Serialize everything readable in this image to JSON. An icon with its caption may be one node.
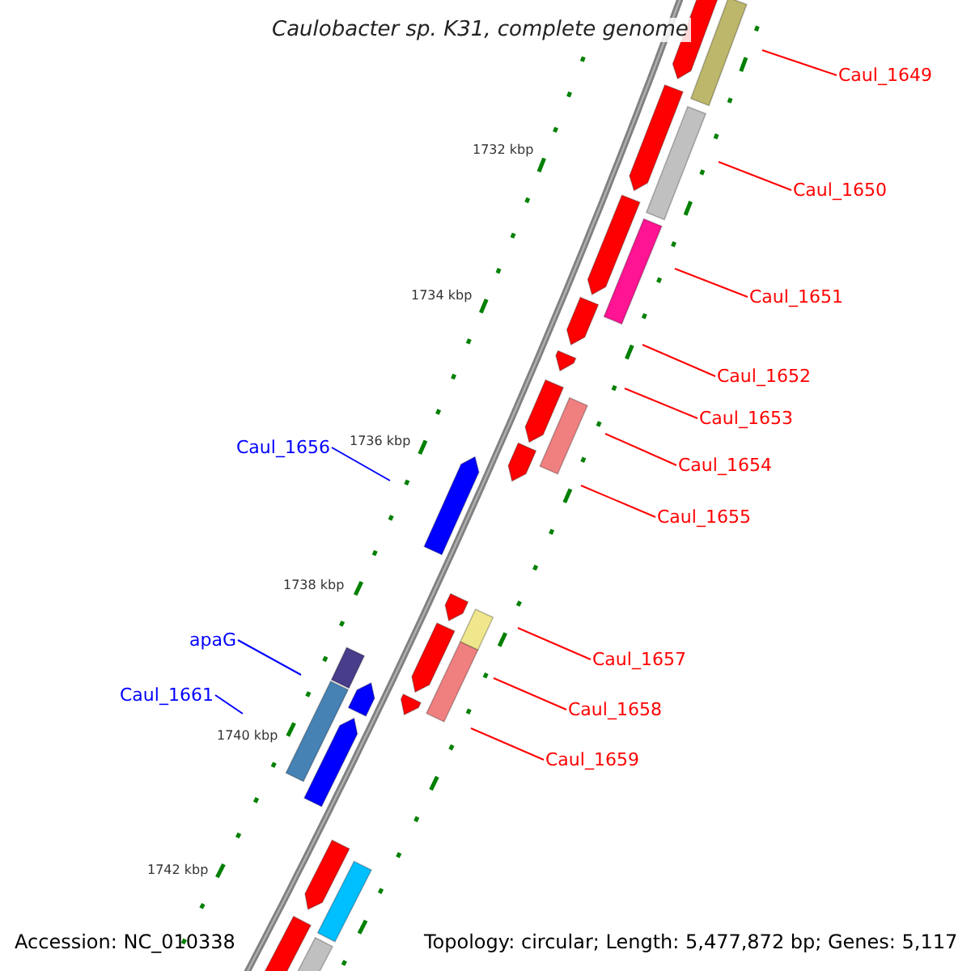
{
  "diagram": {
    "title": "Caulobacter sp. K31, complete genome",
    "nodes": [
      {
        "text": [
          "Caul_1649"
        ]
      },
      {
        "text": [
          "Caul_1650"
        ]
      },
      {
        "text": [
          "Caul_1651"
        ]
      },
      {
        "text": [
          "Caul_1652"
        ]
      },
      {
        "text": [
          "Caul_1653"
        ]
      },
      {
        "text": [
          "Caul_1654"
        ]
      },
      {
        "text": [
          "Caul_1655"
        ]
      },
      {
        "text": [
          "Caul_1656"
        ]
      },
      {
        "text": [
          "Caul_1657"
        ]
      },
      {
        "text": [
          "Caul_1658"
        ]
      },
      {
        "text": [
          "Caul_1659"
        ]
      },
      {
        "text": [
          "apaG"
        ]
      },
      {
        "text": [
          "Caul_1661"
        ]
      }
    ],
    "edges": [
      {
        "from": 0,
        "to": null,
        "arrow": "none"
      },
      {
        "from": 1,
        "to": null,
        "arrow": "none"
      },
      {
        "from": 2,
        "to": null,
        "arrow": "none"
      },
      {
        "from": 3,
        "to": null,
        "arrow": "none"
      },
      {
        "from": 4,
        "to": null,
        "arrow": "none"
      },
      {
        "from": 5,
        "to": null,
        "arrow": "none"
      },
      {
        "from": 6,
        "to": null,
        "arrow": "none"
      },
      {
        "from": 7,
        "to": null,
        "arrow": "none",
        "color": "#0000ff"
      },
      {
        "from": 8,
        "to": null,
        "arrow": "none"
      },
      {
        "from": 9,
        "to": null,
        "arrow": "none"
      },
      {
        "from": 10,
        "to": null,
        "arrow": "none"
      },
      {
        "from": 11,
        "to": null,
        "arrow": "none",
        "color": "#0000ff"
      },
      {
        "from": 12,
        "to": null,
        "arrow": "none",
        "color": "#0000ff"
      }
    ],
    "labels": [
      "1732 kbp",
      "1734 kbp",
      "1736 kbp",
      "1738 kbp",
      "1740 kbp",
      "1742 kbp",
      "Accession: NC_010338",
      "Topology: circular; Length: 5,477,872 bp; Genes: 5,117"
    ]
  }
}
